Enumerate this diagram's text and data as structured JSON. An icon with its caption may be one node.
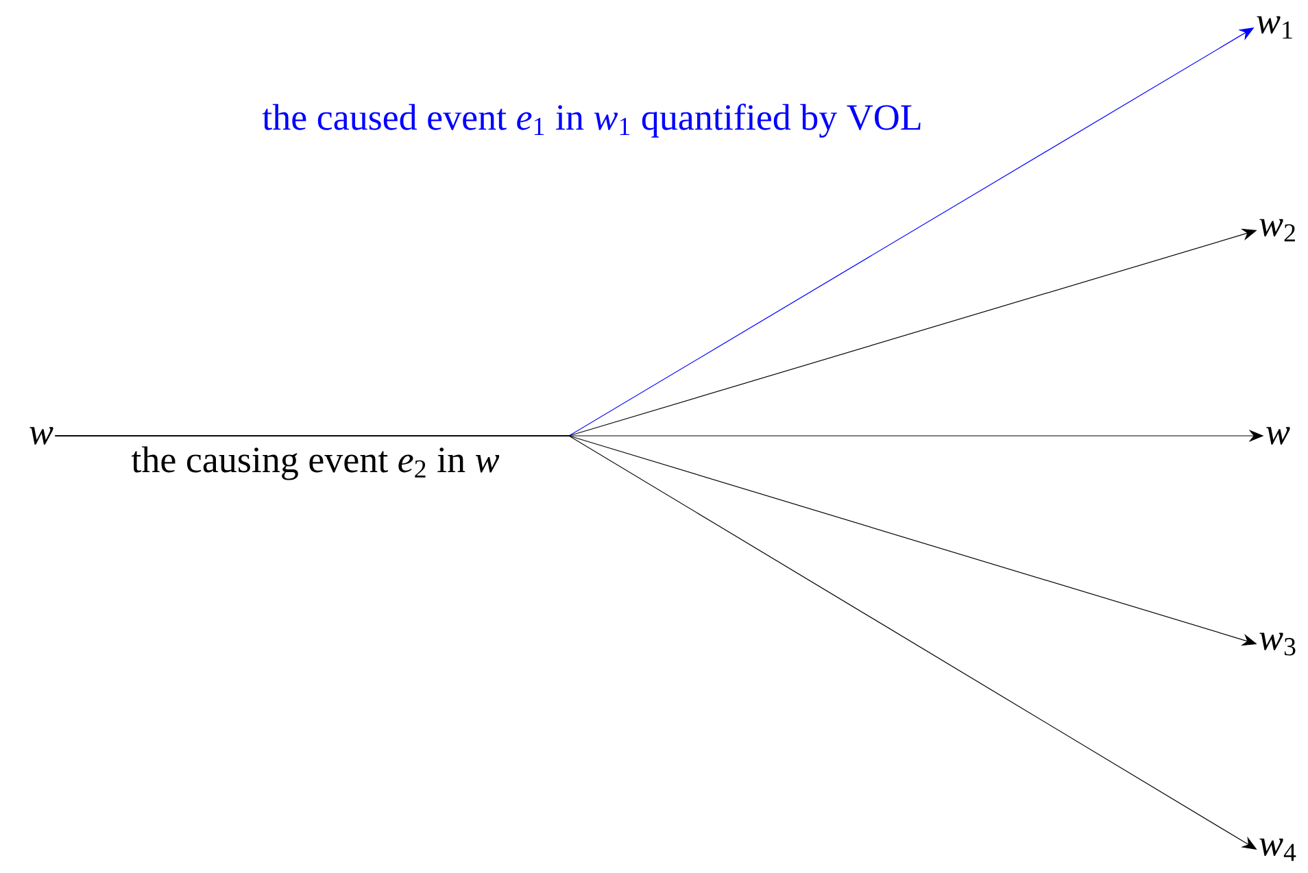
{
  "diagram": {
    "nodes": [
      {
        "text": [
          "w"
        ]
      },
      {
        "text": [
          "*w*$_{1}$"
        ]
      },
      {
        "text": [
          "*w*$_{2}$"
        ]
      },
      {
        "text": [
          "w"
        ]
      },
      {
        "text": [
          "*w*$_{3}$"
        ]
      },
      {
        "text": [
          "*w*$_{4}$"
        ]
      }
    ],
    "edges": [
      {
        "from": 0,
        "to": 1,
        "arrow": "to",
        "color": "#0000ff",
        "label": "the caused event *e*$_{1}$ in *w*$_{1}$ quantified by VOL"
      },
      {
        "from": 0,
        "to": 2,
        "arrow": "to"
      },
      {
        "from": 0,
        "to": 3,
        "arrow": "to"
      },
      {
        "from": 0,
        "to": 4,
        "arrow": "to"
      },
      {
        "from": 0,
        "to": 5,
        "arrow": "to"
      }
    ],
    "labels": [
      "the causing event *e*$_{2}$ in *w*"
    ]
  }
}
